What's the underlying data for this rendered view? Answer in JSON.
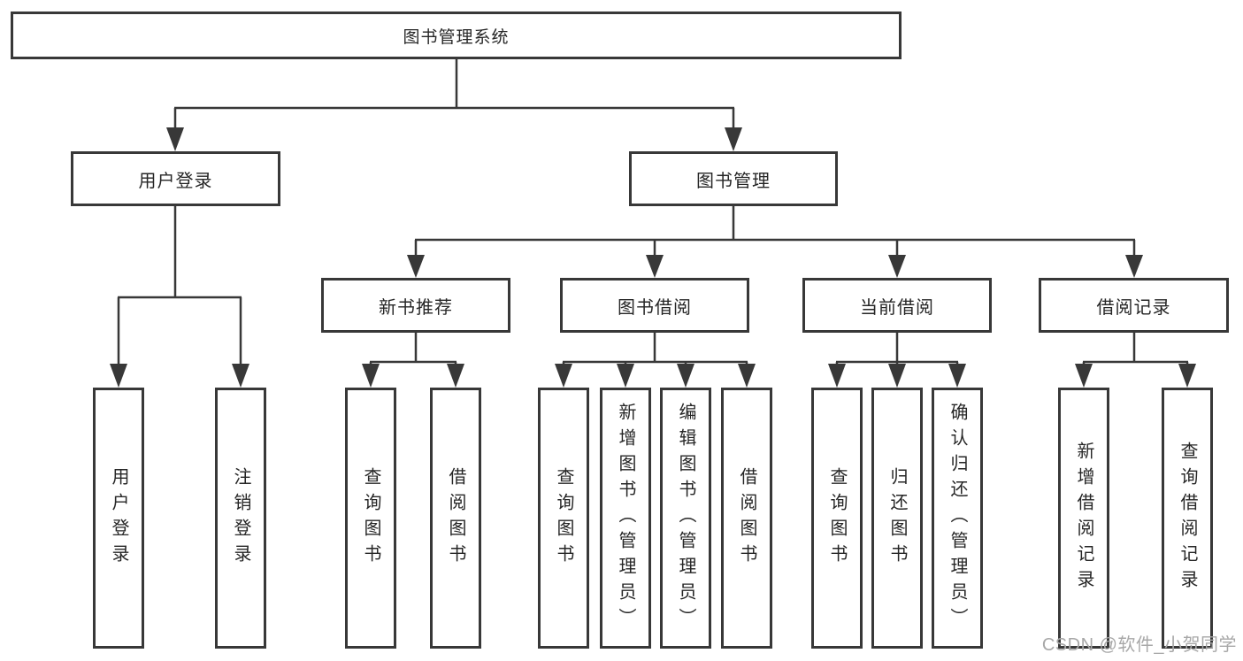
{
  "diagram": {
    "type": "hierarchy-tree",
    "nodes": {
      "root": "图书管理系统",
      "user_login": "用户登录",
      "book_mgmt": "图书管理",
      "new_book": "新书推荐",
      "book_borrow": "图书借阅",
      "current_borrow": "当前借阅",
      "borrow_record": "借阅记录",
      "ul_login": "用户登录",
      "ul_logout": "注销登录",
      "nb_query": "查询图书",
      "nb_borrow": "借阅图书",
      "bb_query": "查询图书",
      "bb_add": "新增图书（管理员）",
      "bb_edit": "编辑图书（管理员）",
      "bb_borrow": "借阅图书",
      "cb_query": "查询图书",
      "cb_return": "归还图书",
      "cb_confirm": "确认归还（管理员）",
      "br_add": "新增借阅记录",
      "br_query": "查询借阅记录"
    },
    "hierarchy": {
      "图书管理系统": {
        "用户登录": [
          "用户登录",
          "注销登录"
        ],
        "图书管理": {
          "新书推荐": [
            "查询图书",
            "借阅图书"
          ],
          "图书借阅": [
            "查询图书",
            "新增图书（管理员）",
            "编辑图书（管理员）",
            "借阅图书"
          ],
          "当前借阅": [
            "查询图书",
            "归还图书",
            "确认归还（管理员）"
          ],
          "借阅记录": [
            "新增借阅记录",
            "查询借阅记录"
          ]
        }
      }
    }
  },
  "watermark": {
    "text": "CSDN @软件_小贺同学"
  },
  "colors": {
    "line": "#383838",
    "border": "#383838",
    "text": "#262626",
    "watermark": "#a8a8a8",
    "background": "#ffffff"
  }
}
